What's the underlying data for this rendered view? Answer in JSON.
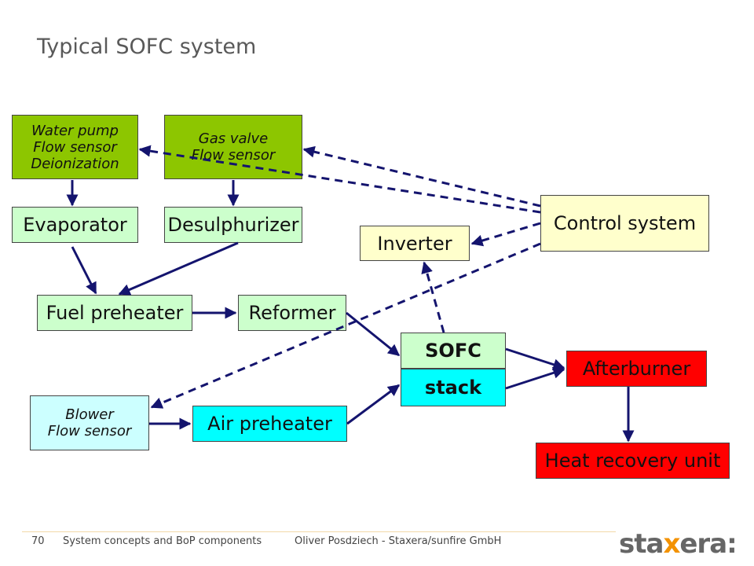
{
  "title": "Typical SOFC system",
  "boxes": {
    "water_pump": [
      "Water pump",
      "Flow sensor",
      "Deionization"
    ],
    "gas_valve": [
      "Gas valve",
      "Flow sensor"
    ],
    "evaporator": "Evaporator",
    "desulphurizer": "Desulphurizer",
    "control_system": "Control system",
    "inverter": "Inverter",
    "fuel_preheater": "Fuel preheater",
    "reformer": "Reformer",
    "sofc_top": "SOFC",
    "sofc_bottom": "stack",
    "afterburner": "Afterburner",
    "blower": [
      "Blower",
      "Flow sensor"
    ],
    "air_preheater": "Air preheater",
    "heat_recovery": "Heat recovery unit"
  },
  "footer": {
    "page_number": "70",
    "section": "System concepts and BoP components",
    "author": "Oliver Posdziech - Staxera/sunfire GmbH"
  },
  "logo": {
    "prefix": "sta",
    "accent": "x",
    "suffix": "era:"
  },
  "colors": {
    "arrow": "#14146e",
    "green": "#8dc600",
    "red": "#ff0000",
    "cyan": "#00ffff"
  }
}
